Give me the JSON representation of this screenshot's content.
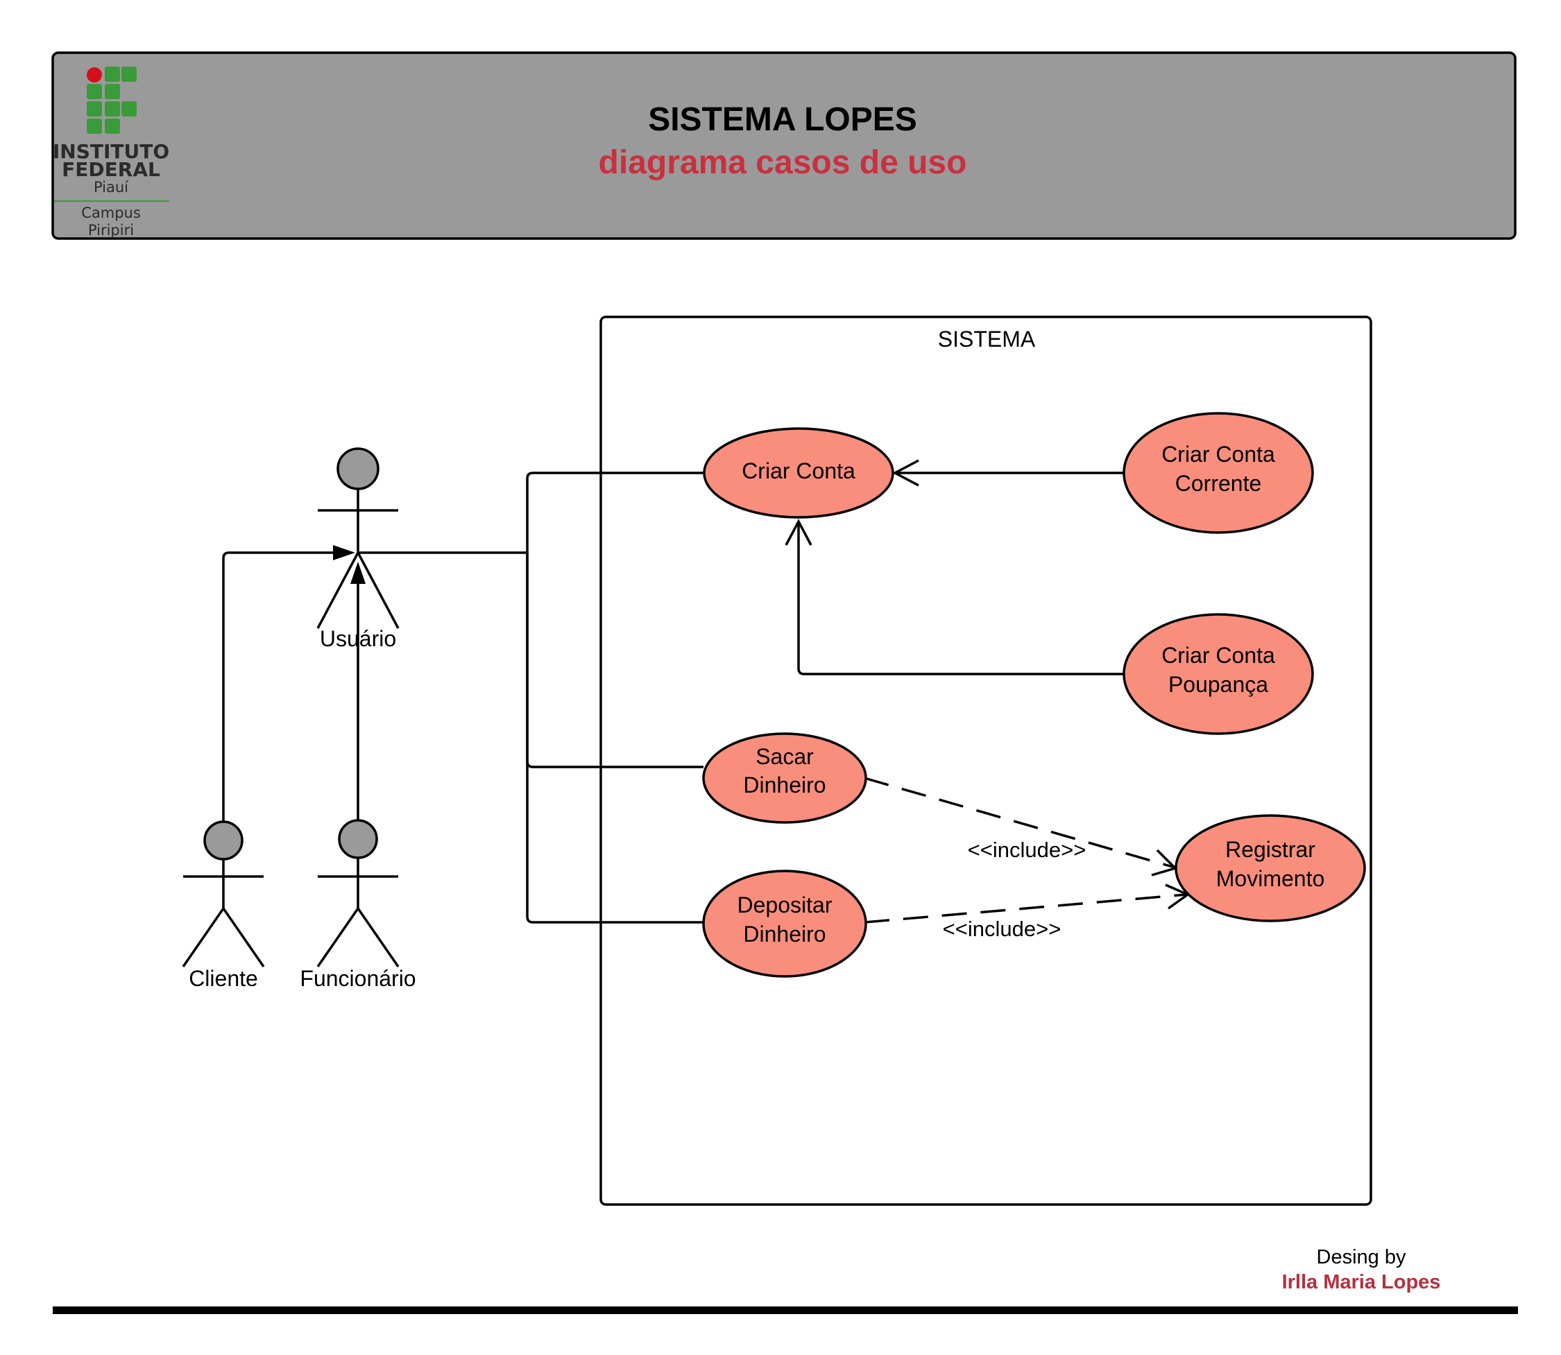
{
  "header": {
    "title": "SISTEMA LOPES",
    "subtitle": "diagrama casos de uso",
    "bg_color": "#9a9a9a",
    "subtitle_color": "#c9303f"
  },
  "logo": {
    "line1": "INSTITUTO",
    "line2": "FEDERAL",
    "line3": "Piauí",
    "line4": "Campus",
    "line5": "Piripiri",
    "green": "#3a9b3a",
    "red": "#d4101a"
  },
  "system_boundary": {
    "label": "SISTEMA"
  },
  "actors": {
    "usuario": "Usuário",
    "cliente": "Cliente",
    "funcionario": "Funcionário"
  },
  "use_cases": {
    "criar_conta": "Criar Conta",
    "criar_conta_corrente": [
      "Criar Conta",
      "Corrente"
    ],
    "criar_conta_poupanca": [
      "Criar Conta",
      "Poupança"
    ],
    "sacar_dinheiro": [
      "Sacar",
      "Dinheiro"
    ],
    "depositar_dinheiro": [
      "Depositar",
      "Dinheiro"
    ],
    "registrar_movimento": [
      "Registrar",
      "Movimento"
    ],
    "fill_color": "#f98e7c"
  },
  "relations": {
    "include_1": "<<include>>",
    "include_2": "<<include>>"
  },
  "footer": {
    "credit_label": "Desing by",
    "credit_name": "Irlla Maria Lopes",
    "credit_color": "#b5303d"
  }
}
